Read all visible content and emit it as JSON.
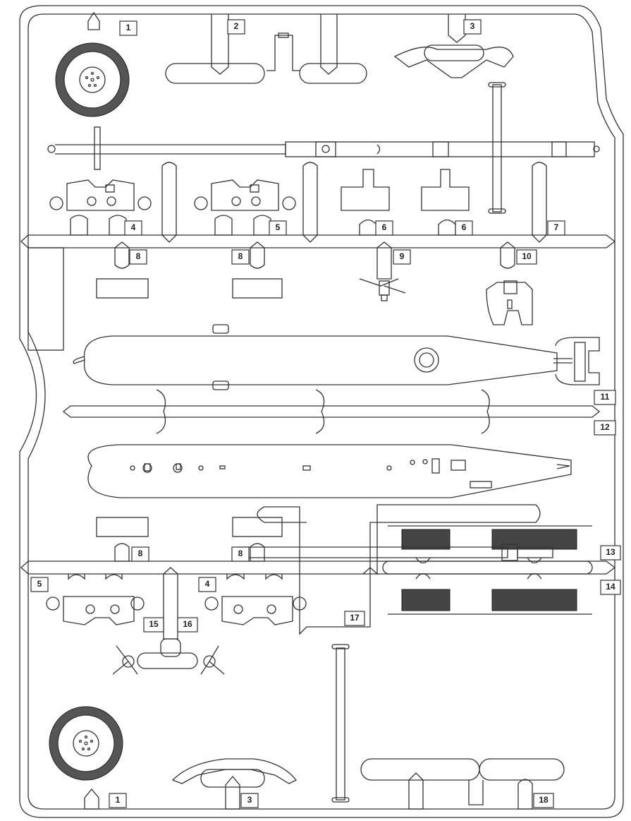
{
  "labels": {
    "l1a": "1",
    "l1b": "1",
    "l2": "2",
    "l3a": "3",
    "l3b": "3",
    "l4a": "4",
    "l4b": "4",
    "l5a": "5",
    "l5b": "5",
    "l6a": "6",
    "l6b": "6",
    "l7": "7",
    "l8a": "8",
    "l8b": "8",
    "l8c": "8",
    "l8d": "8",
    "l9": "9",
    "l10": "10",
    "l11": "11",
    "l12": "12",
    "l13": "13",
    "l14": "14",
    "l15": "15",
    "l16": "16",
    "l17": "17",
    "l18": "18"
  },
  "colors": {
    "line": "#333333",
    "background": "#ffffff",
    "tread": "#555555"
  },
  "icons": {
    "wheel": "tire-icon",
    "propeller": "propeller-icon"
  }
}
